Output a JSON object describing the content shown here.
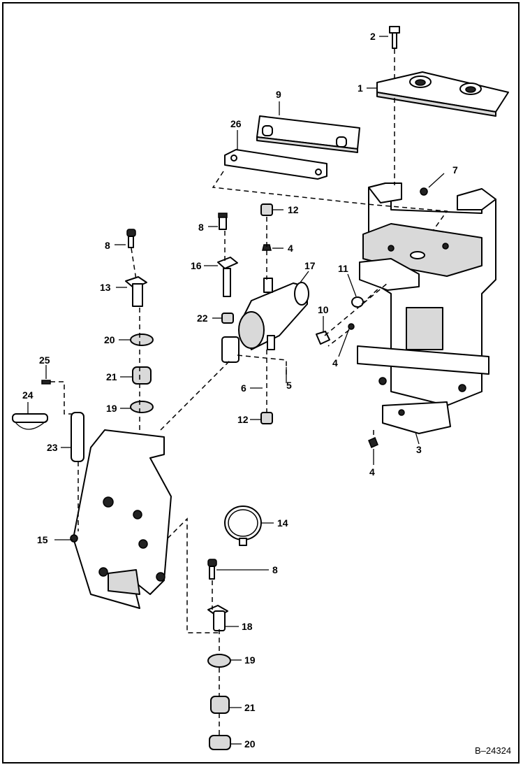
{
  "figure_ref": "B–24324",
  "callouts": [
    {
      "id": "c2",
      "text": "2"
    },
    {
      "id": "c1",
      "text": "1"
    },
    {
      "id": "c9",
      "text": "9"
    },
    {
      "id": "c26",
      "text": "26"
    },
    {
      "id": "c7",
      "text": "7"
    },
    {
      "id": "c12a",
      "text": "12"
    },
    {
      "id": "c8a",
      "text": "8"
    },
    {
      "id": "c8b",
      "text": "8"
    },
    {
      "id": "c4a",
      "text": "4"
    },
    {
      "id": "c16",
      "text": "16"
    },
    {
      "id": "c17",
      "text": "17"
    },
    {
      "id": "c11",
      "text": "11"
    },
    {
      "id": "c13",
      "text": "13"
    },
    {
      "id": "c10",
      "text": "10"
    },
    {
      "id": "c22",
      "text": "22"
    },
    {
      "id": "c20a",
      "text": "20"
    },
    {
      "id": "c4b",
      "text": "4"
    },
    {
      "id": "c25",
      "text": "25"
    },
    {
      "id": "c21a",
      "text": "21"
    },
    {
      "id": "c5",
      "text": "5"
    },
    {
      "id": "c6",
      "text": "6"
    },
    {
      "id": "c24",
      "text": "24"
    },
    {
      "id": "c19a",
      "text": "19"
    },
    {
      "id": "c12b",
      "text": "12"
    },
    {
      "id": "c3",
      "text": "3"
    },
    {
      "id": "c23",
      "text": "23"
    },
    {
      "id": "c4c",
      "text": "4"
    },
    {
      "id": "c14",
      "text": "14"
    },
    {
      "id": "c15",
      "text": "15"
    },
    {
      "id": "c8c",
      "text": "8"
    },
    {
      "id": "c18",
      "text": "18"
    },
    {
      "id": "c19b",
      "text": "19"
    },
    {
      "id": "c21b",
      "text": "21"
    },
    {
      "id": "c20b",
      "text": "20"
    }
  ]
}
